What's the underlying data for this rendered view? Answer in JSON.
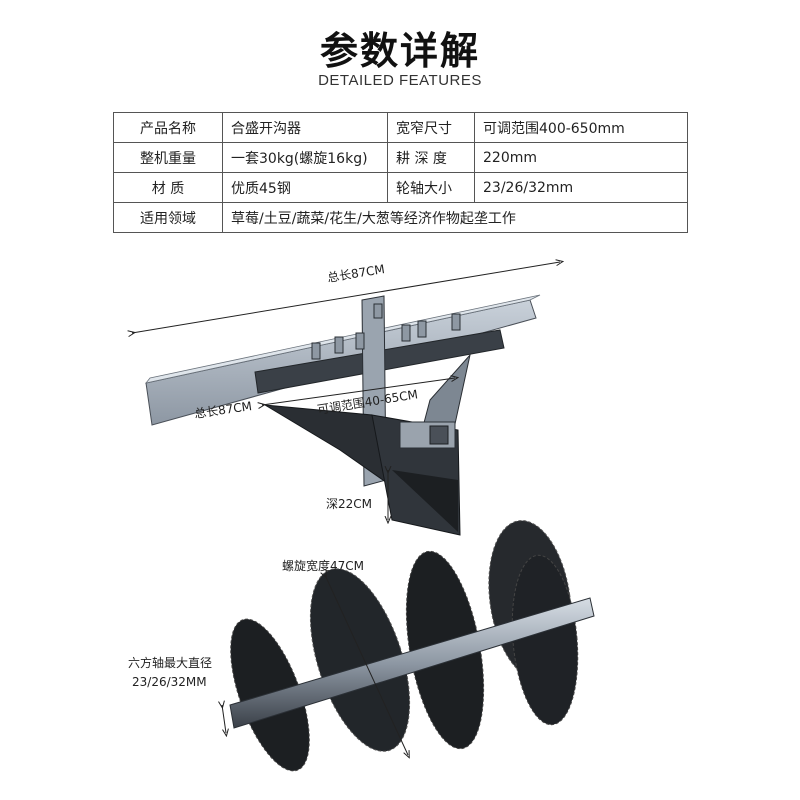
{
  "header": {
    "title": "参数详解",
    "subtitle": "DETAILED FEATURES"
  },
  "spec_table": {
    "rows": [
      {
        "label": "产品名称",
        "value": "合盛开沟器",
        "label2": "宽窄尺寸",
        "value2": "可调范围400-650mm"
      },
      {
        "label": "整机重量",
        "value": "一套30kg(螺旋16kg)",
        "label2": "耕 深 度",
        "value2": "220mm"
      },
      {
        "label": "材      质",
        "value": "优质45钢",
        "label2": "轮轴大小",
        "value2": "23/26/32mm"
      },
      {
        "label": "适用领域",
        "value": "草莓/土豆/蔬菜/花生/大葱等经济作物起垄工作"
      }
    ]
  },
  "annotations": {
    "total_length_top": "总长87CM",
    "total_length_left": "总长87CM",
    "adjust_range": "可调范围40-65CM",
    "depth": "深22CM",
    "spiral_width": "螺旋宽度47CM",
    "hex_shaft_line1": "六方轴最大直径",
    "hex_shaft_line2": "23/26/32MM"
  },
  "colors": {
    "steel_light": "#b9c2cc",
    "steel_mid": "#7e8894",
    "steel_dark": "#2f343a",
    "blade_dark": "#1c1f22"
  }
}
